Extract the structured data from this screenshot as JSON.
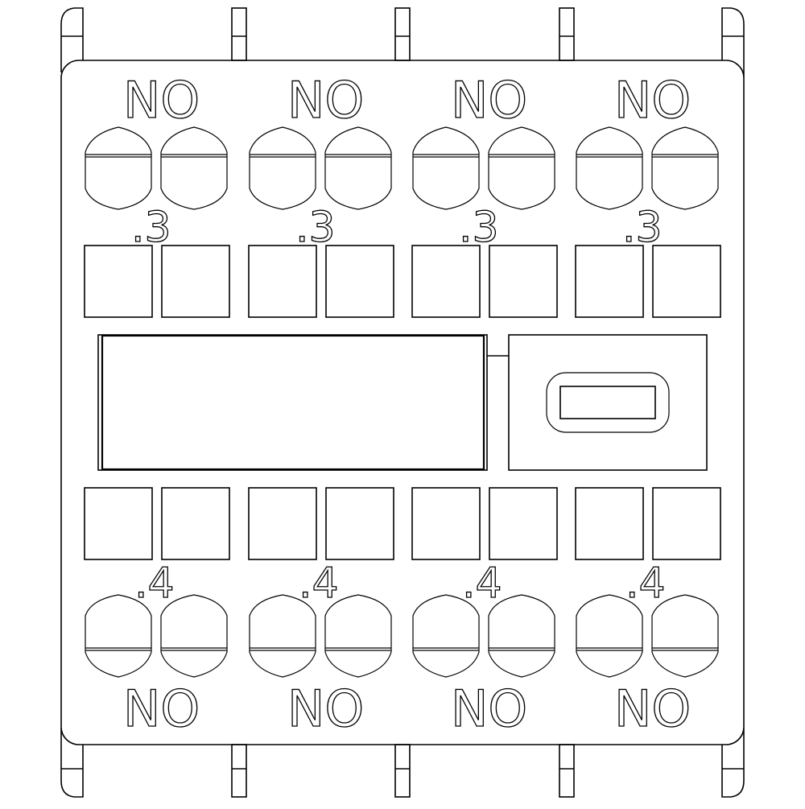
{
  "drawing": {
    "title": "Auxiliary contact block terminal layout",
    "line_color": "#000000",
    "background": "#ffffff"
  },
  "top": {
    "contact_type_labels": [
      "NO",
      "NO",
      "NO",
      "NO"
    ],
    "terminal_suffixes": [
      ".3",
      ".3",
      ".3",
      ".3"
    ]
  },
  "bottom": {
    "contact_type_labels": [
      "NO",
      "NO",
      "NO",
      "NO"
    ],
    "terminal_suffixes": [
      ".4",
      ".4",
      ".4",
      ".4"
    ]
  },
  "groups_x": [
    105,
    309,
    512,
    715
  ],
  "tabs": {
    "inner_x": [
      288,
      491,
      695
    ]
  },
  "center": {
    "label_field": "",
    "indicator_window": ""
  }
}
